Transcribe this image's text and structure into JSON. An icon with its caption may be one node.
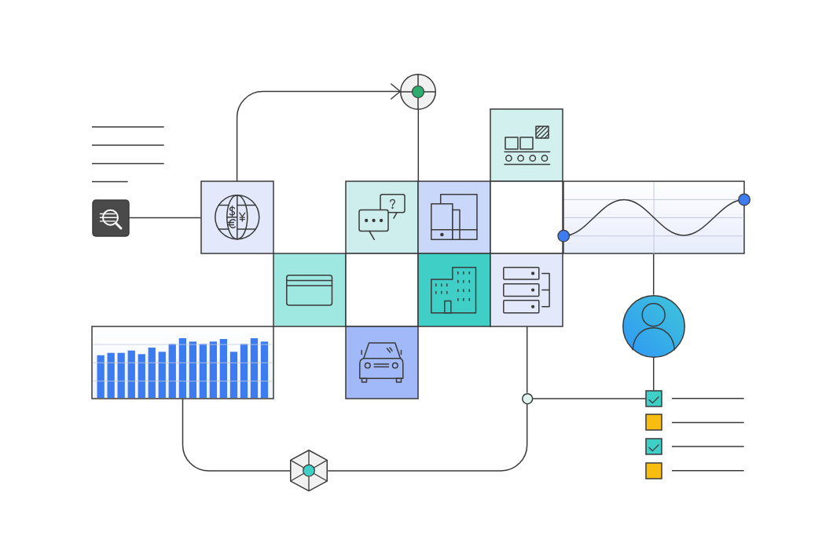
{
  "diagram": {
    "nodes": [
      {
        "text": [],
        "shape": "circle"
      },
      {
        "text": [],
        "shape": "box"
      },
      {
        "text": [],
        "shape": "box"
      },
      {
        "text": [],
        "shape": "box"
      },
      {
        "text": [],
        "shape": "box"
      },
      {
        "text": [],
        "shape": "box"
      },
      {
        "text": [],
        "shape": "box"
      },
      {
        "text": [],
        "shape": "box"
      },
      {
        "text": [],
        "shape": "box"
      },
      {
        "text": [],
        "shape": "box"
      },
      {
        "text": [],
        "shape": "box"
      },
      {
        "text": [],
        "shape": "box"
      },
      {
        "text": [],
        "shape": "circle"
      },
      {
        "text": [],
        "shape": "box"
      },
      {
        "text": [],
        "shape": "box"
      },
      {
        "text": [],
        "shape": "circle"
      },
      {
        "text": [],
        "shape": "box"
      },
      {
        "text": [],
        "shape": "box"
      },
      {
        "text": [],
        "shape": "box"
      },
      {
        "text": [],
        "shape": "box"
      },
      {
        "text": [],
        "shape": "hexagon"
      }
    ],
    "edges": [
      {
        "from": 2,
        "to": 3,
        "arrow": "none"
      },
      {
        "from": 3,
        "to": 0,
        "arrow": "to"
      },
      {
        "from": 0,
        "to": 5,
        "arrow": "none"
      },
      {
        "from": 7,
        "to": 12,
        "arrow": "none"
      },
      {
        "from": 12,
        "to": 16,
        "arrow": "none"
      },
      {
        "from": 11,
        "to": 15,
        "arrow": "none"
      },
      {
        "from": 15,
        "to": 16,
        "arrow": "none"
      },
      {
        "from": 15,
        "to": 20,
        "arrow": "none"
      },
      {
        "from": 20,
        "to": 13,
        "arrow": "none"
      }
    ]
  }
}
